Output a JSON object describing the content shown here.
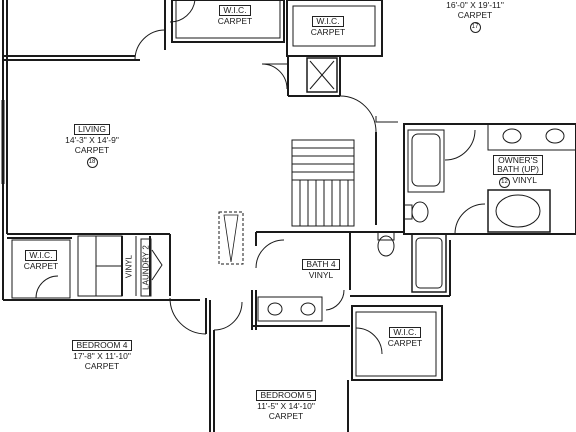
{
  "rooms": {
    "wic_top_left": {
      "name": "W.I.C.",
      "floor": "CARPET"
    },
    "wic_top_mid": {
      "name": "W.I.C.",
      "floor": "CARPET"
    },
    "owner_bedroom": {
      "dims": "16'-0\" X 19'-11\"",
      "floor": "CARPET",
      "num": "17"
    },
    "living": {
      "name": "LIVING",
      "dims": "14'-3\" X 14'-9\"",
      "floor": "CARPET",
      "num": "18"
    },
    "owners_bath": {
      "name1": "OWNER'S",
      "name2": "BATH (UP)",
      "floor": "VINYL",
      "num": "12"
    },
    "wic_left": {
      "name": "W.I.C.",
      "floor": "CARPET"
    },
    "laundry": {
      "name": "LAUNDRY 2",
      "floor": "VINYL"
    },
    "bath4": {
      "name": "BATH 4",
      "floor": "VINYL"
    },
    "bedroom4": {
      "name": "BEDROOM 4",
      "dims": "17'-8\" X 11'-10\"",
      "floor": "CARPET"
    },
    "wic_right": {
      "name": "W.I.C.",
      "floor": "CARPET"
    },
    "bedroom5": {
      "name": "BEDROOM 5",
      "dims": "11'-5\" X 14'-10\"",
      "floor": "CARPET"
    }
  }
}
